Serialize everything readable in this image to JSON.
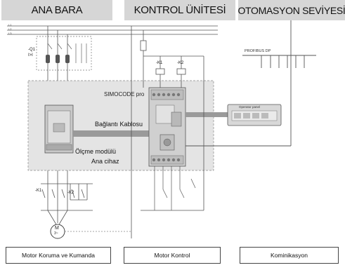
{
  "headers": {
    "left": "ANA BARA",
    "middle": "KONTROL ÜNİTESİ",
    "right": "OTOMASYON SEVİYESİ"
  },
  "labels": {
    "bus_l1": "L1",
    "bus_l2": "L2",
    "bus_l3": "L3",
    "breaker": "-Q1",
    "breaker_sub": "I>I",
    "relay_k1": "-K1",
    "relay_k2": "-K2",
    "contactor_k1": "-K1",
    "contactor_k2": "-K2",
    "profibus": "PROFIBUS DP",
    "simocode": "SIMOCODE pro",
    "operator_panel": "Operator panel",
    "connection_cable": "Bağlantı Kablosu",
    "measuring_module": "Ölçme modülü",
    "main_unit": "Ana cihaz",
    "motor": "M",
    "motor_sub": "3~"
  },
  "captions": {
    "left": "Motor Koruma ve Kumanda",
    "middle": "Motor Kontrol",
    "right": "Kominikasyon"
  },
  "colors": {
    "header_bg": "#d6d6d6",
    "panel_bg": "#e4e4e4",
    "cable": "#9a9a9a",
    "line": "#555555"
  }
}
